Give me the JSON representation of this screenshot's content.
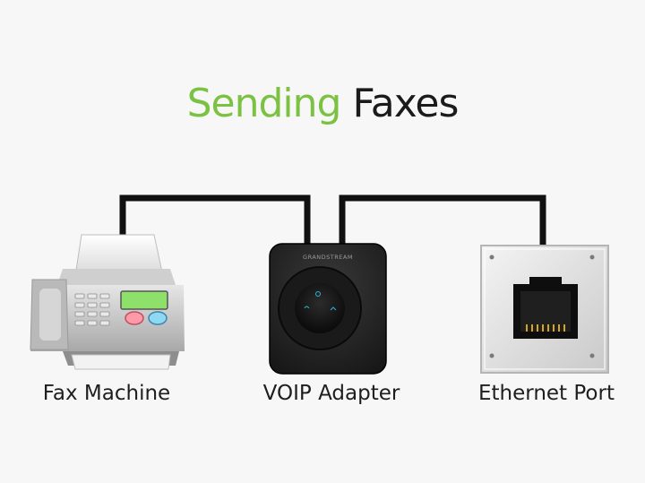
{
  "title": {
    "word1": "Sending",
    "word2": "Faxes"
  },
  "devices": [
    {
      "label": "Fax Machine"
    },
    {
      "label": "VOIP Adapter",
      "brand": "GRANDSTREAM"
    },
    {
      "label": "Ethernet Port"
    }
  ],
  "colors": {
    "accent": "#7cc242",
    "text": "#1b1b1b",
    "cable": "#111111"
  }
}
